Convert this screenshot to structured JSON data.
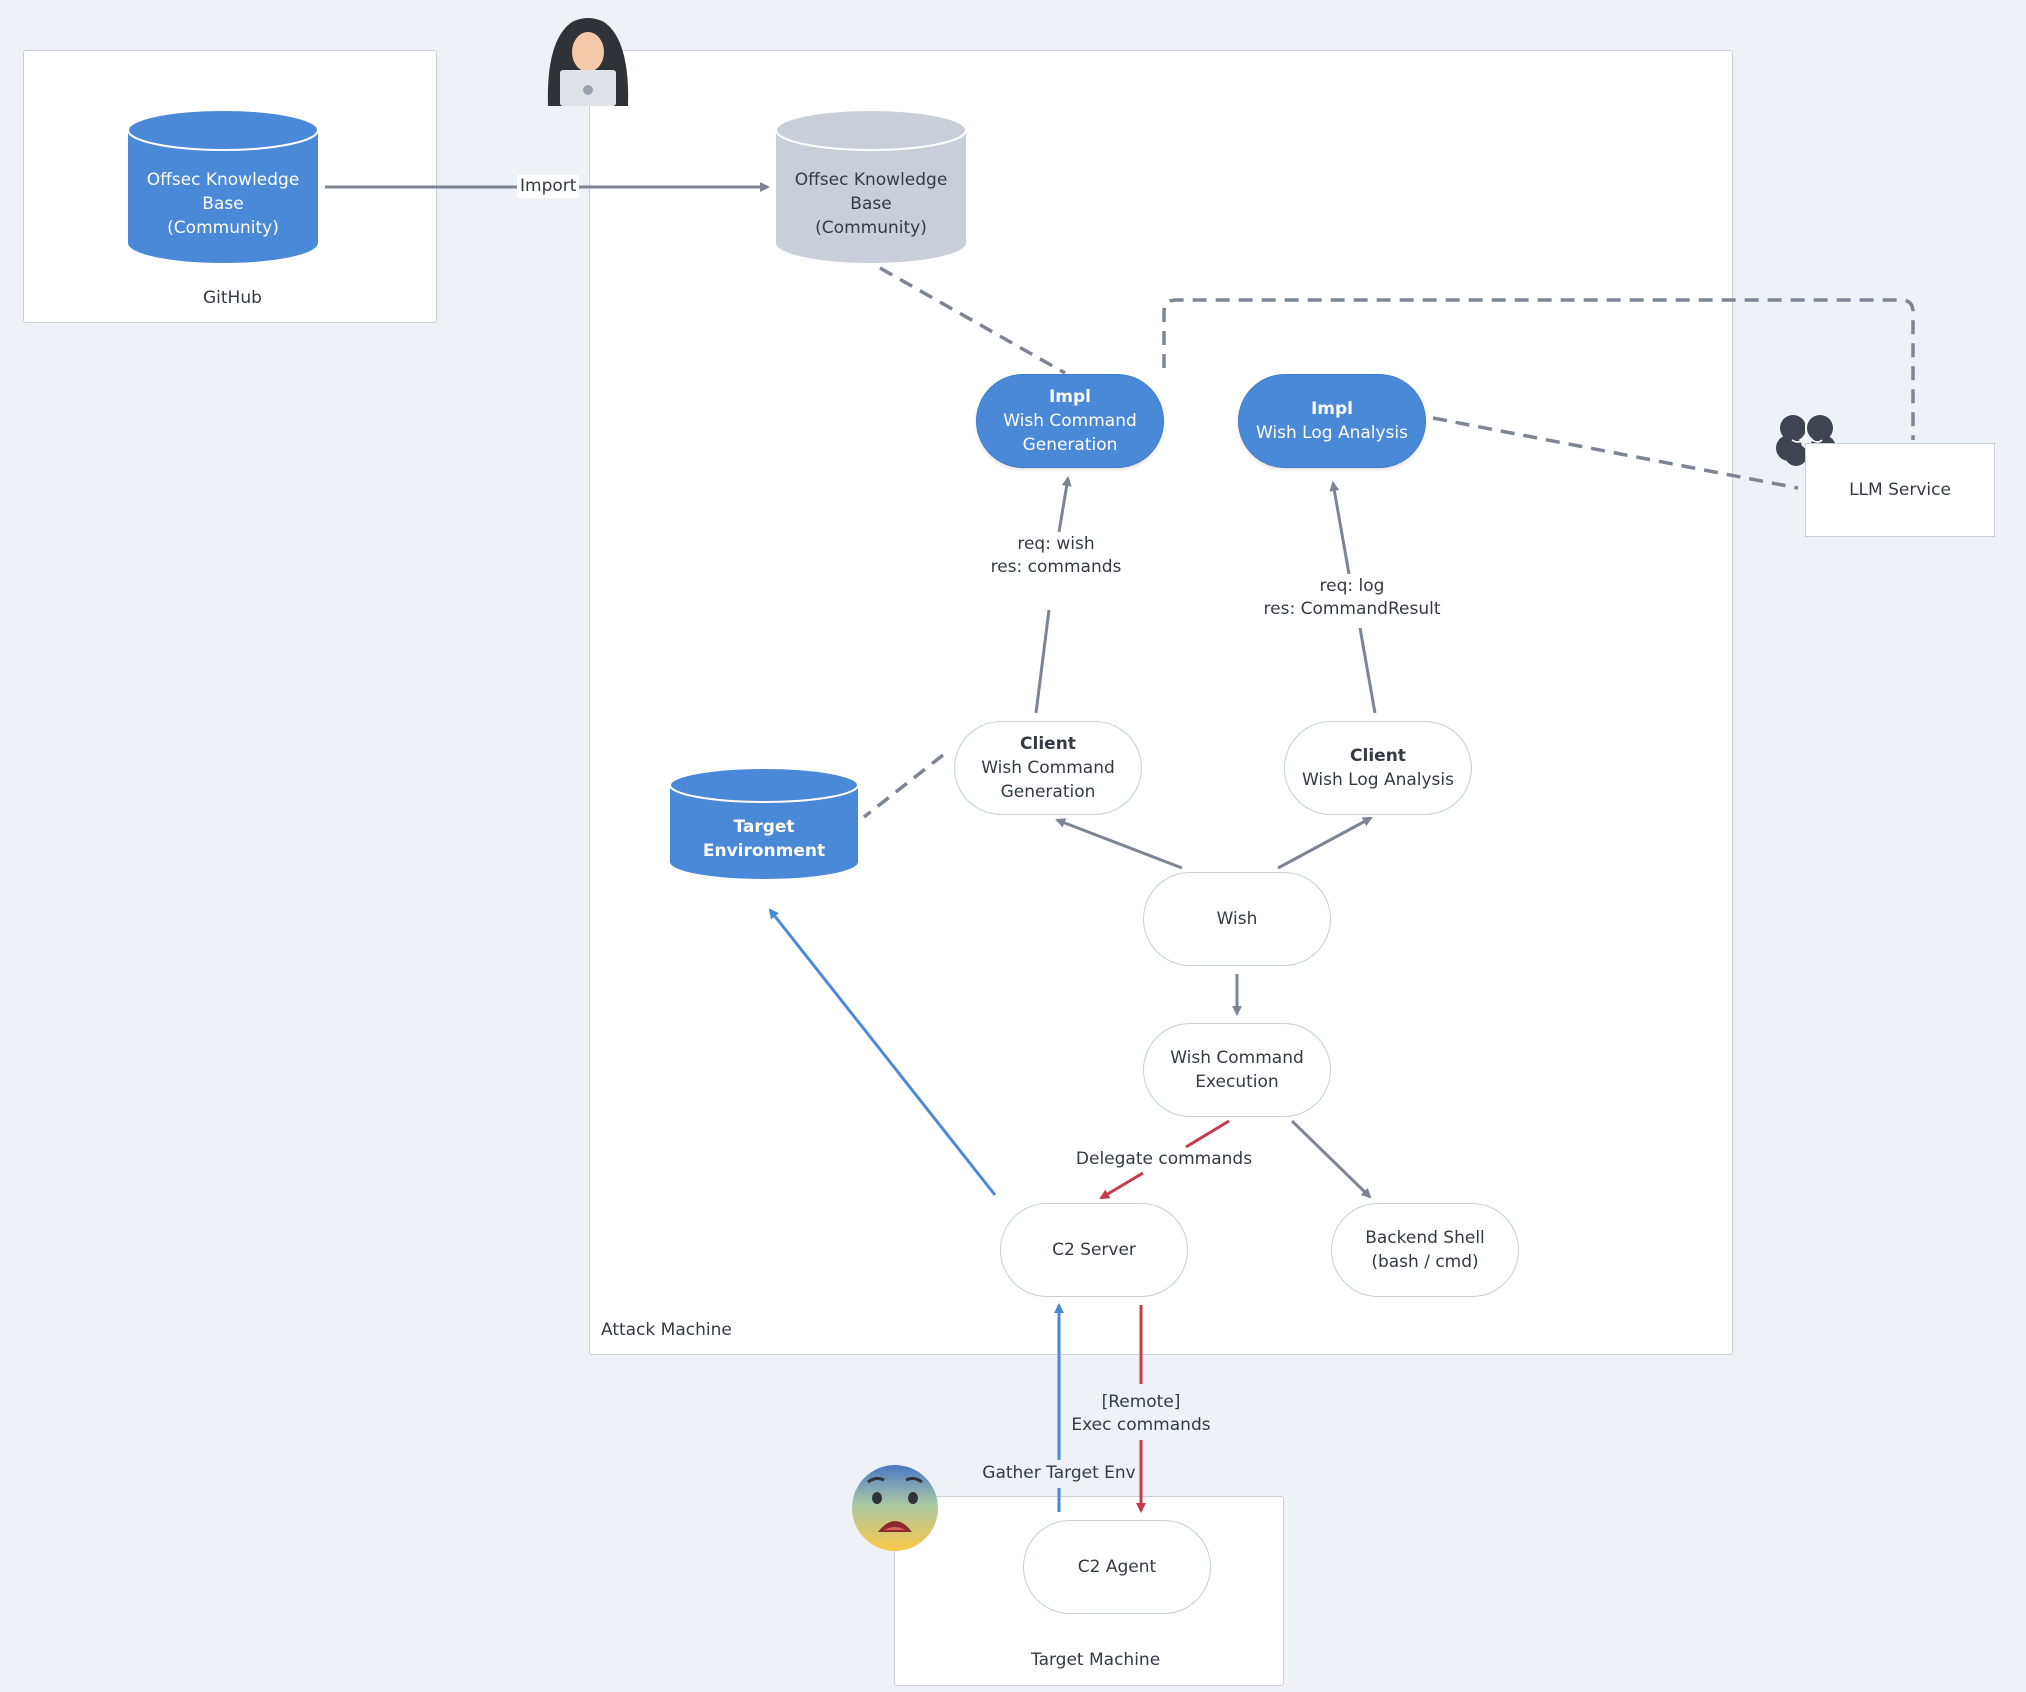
{
  "groups": {
    "github": "GitHub",
    "attack_machine": "Attack Machine",
    "target_machine": "Target Machine"
  },
  "databases": {
    "kb_github": "Offsec Knowledge\nBase\n(Community)",
    "kb_local": "Offsec Knowledge\nBase\n(Community)",
    "target_env": "Target Environment"
  },
  "nodes": {
    "impl_cmd_gen": {
      "title": "Impl",
      "text": "Wish Command\nGeneration"
    },
    "impl_log_analysis": {
      "title": "Impl",
      "text": "Wish Log Analysis"
    },
    "client_cmd_gen": {
      "title": "Client",
      "text": "Wish Command\nGeneration"
    },
    "client_log_analysis": {
      "title": "Client",
      "text": "Wish Log Analysis"
    },
    "wish": "Wish",
    "wish_cmd_exec": "Wish Command\nExecution",
    "c2_server": "C2 Server",
    "backend_shell": "Backend Shell\n(bash / cmd)",
    "c2_agent": "C2 Agent",
    "llm_service": "LLM Service"
  },
  "edge_labels": {
    "import": "Import",
    "wish_req": "req: wish\nres: commands",
    "log_req": "req: log\nres: CommandResult",
    "delegate": "Delegate commands",
    "remote_exec": "[Remote]\nExec commands",
    "gather_env": "Gather Target Env"
  },
  "icons": [
    "hacker-icon",
    "brain-icon",
    "anxious-face-icon"
  ],
  "colors": {
    "accent_blue": "#4a88d8",
    "edge_gray": "#7b8594",
    "edge_red": "#c8394b",
    "db_gray": "#c9cfd9",
    "background": "#eef2f6"
  }
}
